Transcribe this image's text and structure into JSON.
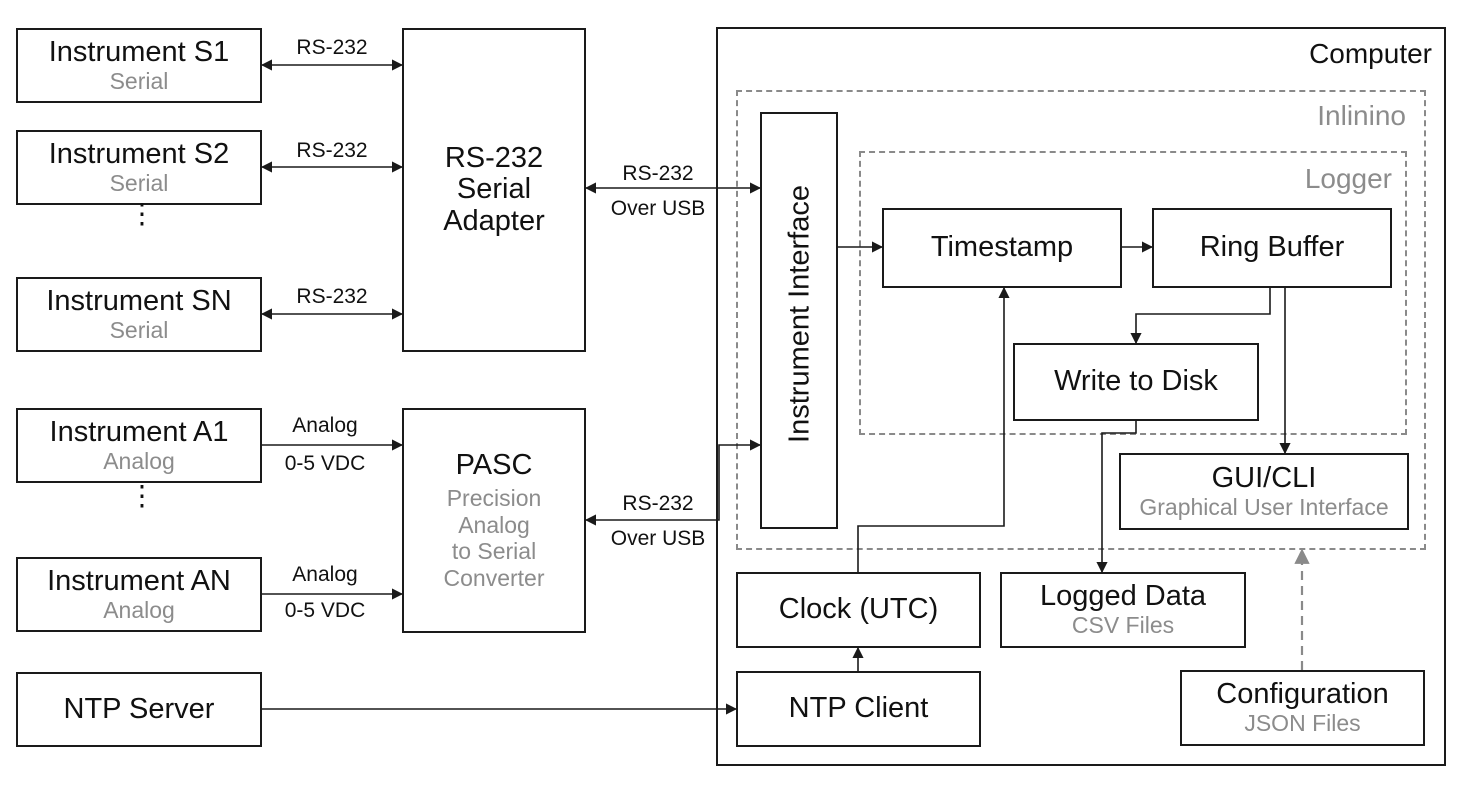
{
  "computer": {
    "label": "Computer"
  },
  "inlinino": {
    "label": "Inlinino"
  },
  "logger": {
    "label": "Logger"
  },
  "instruments": {
    "s1": {
      "title": "Instrument S1",
      "sub": "Serial",
      "link": "RS-232"
    },
    "s2": {
      "title": "Instrument S2",
      "sub": "Serial",
      "link": "RS-232"
    },
    "sn": {
      "title": "Instrument SN",
      "sub": "Serial",
      "link": "RS-232"
    },
    "a1": {
      "title": "Instrument A1",
      "sub": "Analog",
      "link_top": "Analog",
      "link_bottom": "0-5 VDC"
    },
    "an": {
      "title": "Instrument AN",
      "sub": "Analog",
      "link_top": "Analog",
      "link_bottom": "0-5 VDC"
    },
    "ellipsis": "⋮"
  },
  "serial_adapter": {
    "line1": "RS-232",
    "line2": "Serial",
    "line3": "Adapter",
    "link_top": "RS-232",
    "link_bottom": "Over USB"
  },
  "pasc": {
    "title": "PASC",
    "line1": "Precision",
    "line2": "Analog",
    "line3": "to Serial",
    "line4": "Converter",
    "link_top": "RS-232",
    "link_bottom": "Over USB"
  },
  "ntp_server": {
    "title": "NTP Server"
  },
  "instrument_interface": {
    "title": "Instrument Interface"
  },
  "timestamp": {
    "title": "Timestamp"
  },
  "ring_buffer": {
    "title": "Ring Buffer"
  },
  "write_to_disk": {
    "title": "Write to Disk"
  },
  "gui": {
    "title": "GUI/CLI",
    "sub": "Graphical User Interface"
  },
  "clock": {
    "title": "Clock (UTC)"
  },
  "ntp_client": {
    "title": "NTP Client"
  },
  "logged_data": {
    "title": "Logged Data",
    "sub": "CSV Files"
  },
  "configuration": {
    "title": "Configuration",
    "sub": "JSON Files"
  },
  "colors": {
    "line": "#1a1a1a",
    "dashed": "#8a8a8a",
    "gray_text": "#8c8c8c"
  }
}
